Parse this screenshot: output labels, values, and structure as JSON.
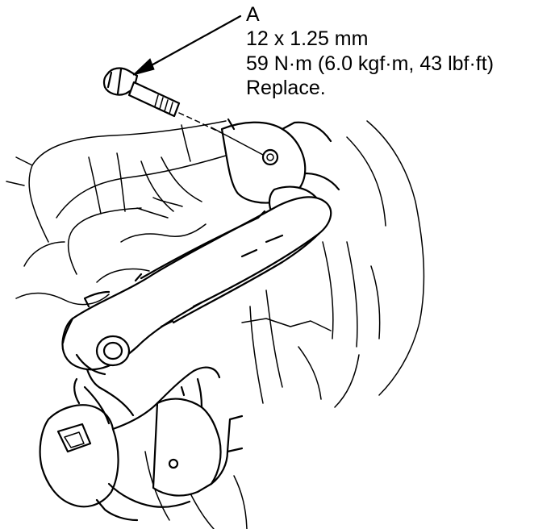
{
  "callout": {
    "letter": "A",
    "bolt_size": "12 x 1.25 mm",
    "torque": "59 N·m (6.0 kgf·m, 43 lbf·ft)",
    "note": "Replace."
  },
  "colors": {
    "line": "#000000",
    "background": "#ffffff"
  }
}
